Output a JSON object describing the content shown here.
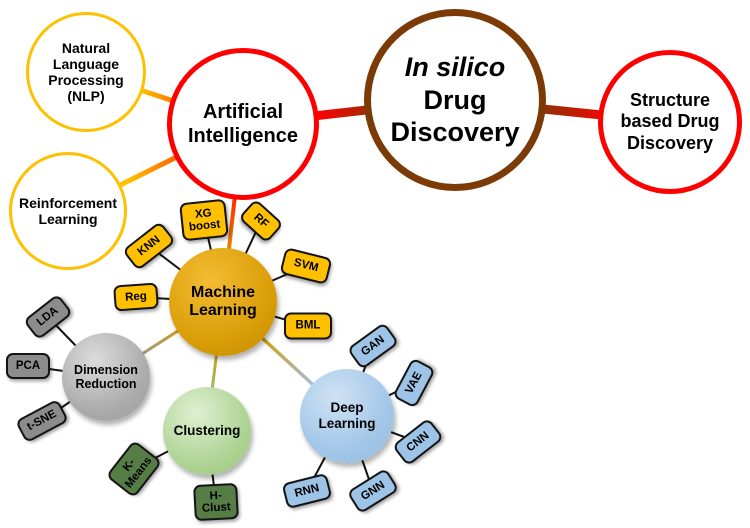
{
  "figure_type": "mind_map",
  "palette": {
    "gold": "#FFC000",
    "red": "#FF0000",
    "brown": "#7B3A06",
    "gray-leaf": "#8C8C8C",
    "green-leaf": "#567D46",
    "blue-leaf": "#9DC3E6"
  },
  "nodes": {
    "nlp": {
      "label": "Natural\nLanguage\nProcessing\n(NLP)"
    },
    "reinforcement": {
      "label": "Reinforcement\nLearning"
    },
    "ai": {
      "label": "Artificial\nIntelligence"
    },
    "center": {
      "line1": "In silico",
      "line2": "Drug",
      "line3": "Discovery"
    },
    "structure": {
      "label": "Structure\nbased Drug\nDiscovery"
    },
    "ml": {
      "label": "Machine\nLearning"
    },
    "ml_leaves": {
      "reg": "Reg",
      "knn": "KNN",
      "xgboost": "XG\nboost",
      "rf": "RF",
      "svm": "SVM",
      "bml": "BML"
    },
    "dimension_reduction": {
      "label": "Dimension\nReduction"
    },
    "dim_leaves": {
      "lda": "LDA",
      "pca": "PCA",
      "tsne": "t-SNE"
    },
    "clustering": {
      "label": "Clustering"
    },
    "clu_leaves": {
      "kmeans": "K-\nMeans",
      "hclust": "H-\nClust"
    },
    "dl": {
      "label": "Deep\nLearning"
    },
    "dl_leaves": {
      "gan": "GAN",
      "vae": "VAE",
      "cnn": "CNN",
      "gnn": "GNN",
      "rnn": "RNN"
    }
  },
  "edges": [
    {
      "from": "nlp",
      "to": "ai"
    },
    {
      "from": "reinforcement",
      "to": "ai"
    },
    {
      "from": "ai",
      "to": "center"
    },
    {
      "from": "center",
      "to": "structure"
    },
    {
      "from": "ai",
      "to": "ml"
    },
    {
      "from": "ml",
      "to": "reg"
    },
    {
      "from": "ml",
      "to": "knn"
    },
    {
      "from": "ml",
      "to": "xgboost"
    },
    {
      "from": "ml",
      "to": "rf"
    },
    {
      "from": "ml",
      "to": "svm"
    },
    {
      "from": "ml",
      "to": "bml"
    },
    {
      "from": "ml",
      "to": "dimension_reduction"
    },
    {
      "from": "ml",
      "to": "clustering"
    },
    {
      "from": "ml",
      "to": "dl"
    },
    {
      "from": "dimension_reduction",
      "to": "lda"
    },
    {
      "from": "dimension_reduction",
      "to": "pca"
    },
    {
      "from": "dimension_reduction",
      "to": "tsne"
    },
    {
      "from": "clustering",
      "to": "kmeans"
    },
    {
      "from": "clustering",
      "to": "hclust"
    },
    {
      "from": "dl",
      "to": "gan"
    },
    {
      "from": "dl",
      "to": "vae"
    },
    {
      "from": "dl",
      "to": "cnn"
    },
    {
      "from": "dl",
      "to": "gnn"
    },
    {
      "from": "dl",
      "to": "rnn"
    }
  ]
}
